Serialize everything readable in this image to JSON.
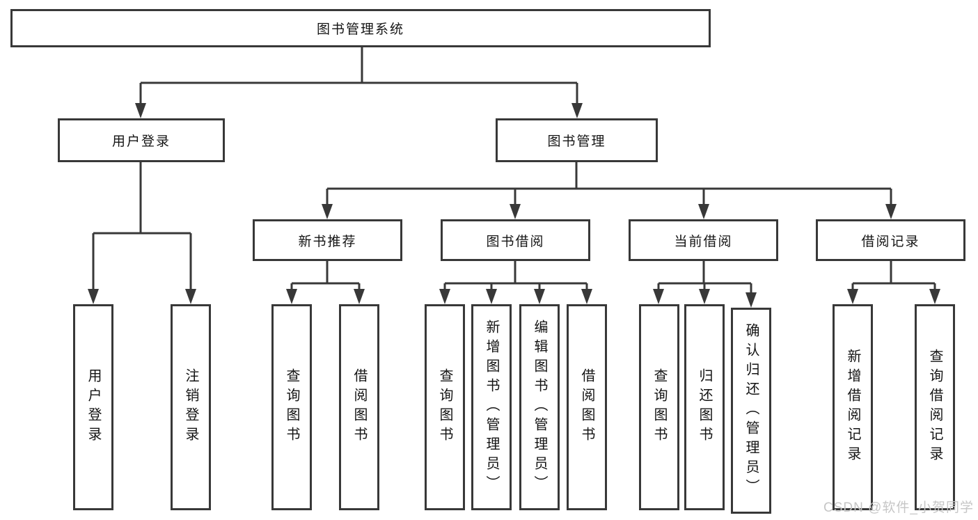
{
  "tree": {
    "root": {
      "label": "图书管理系统"
    },
    "branches": [
      {
        "label": "用户登录",
        "children": [
          {
            "label": "用户登录"
          },
          {
            "label": "注销登录"
          }
        ]
      },
      {
        "label": "图书管理",
        "groups": [
          {
            "label": "新书推荐",
            "children": [
              {
                "label": "查询图书"
              },
              {
                "label": "借阅图书"
              }
            ]
          },
          {
            "label": "图书借阅",
            "children": [
              {
                "label": "查询图书"
              },
              {
                "label": "新增图书（管理员）"
              },
              {
                "label": "编辑图书（管理员）"
              },
              {
                "label": "借阅图书"
              }
            ]
          },
          {
            "label": "当前借阅",
            "children": [
              {
                "label": "查询图书"
              },
              {
                "label": "归还图书"
              },
              {
                "label": "确认归还（管理员）"
              }
            ]
          },
          {
            "label": "借阅记录",
            "children": [
              {
                "label": "新增借阅记录"
              },
              {
                "label": "查询借阅记录"
              }
            ]
          }
        ]
      }
    ]
  },
  "watermark": {
    "text": "CSDN @软件_小贺同学"
  },
  "colors": {
    "line": "#383838",
    "box_border": "#383838",
    "text": "#141414",
    "watermark": "#c6c6c6",
    "background": "#ffffff"
  }
}
